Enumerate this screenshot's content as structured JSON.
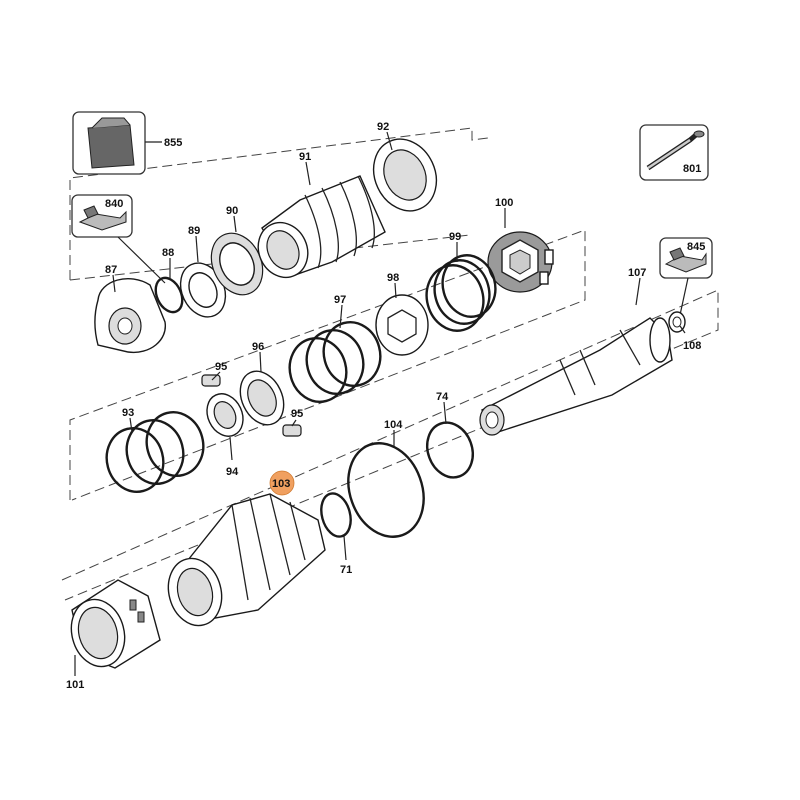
{
  "highlight_color": "#f0a060",
  "callouts": [
    {
      "id": "p855",
      "text": "855"
    },
    {
      "id": "p92",
      "text": "92"
    },
    {
      "id": "p801",
      "text": "801"
    },
    {
      "id": "p91",
      "text": "91"
    },
    {
      "id": "p840",
      "text": "840"
    },
    {
      "id": "p100",
      "text": "100"
    },
    {
      "id": "p89",
      "text": "89"
    },
    {
      "id": "p90",
      "text": "90"
    },
    {
      "id": "p99",
      "text": "99"
    },
    {
      "id": "p845",
      "text": "845"
    },
    {
      "id": "p88",
      "text": "88"
    },
    {
      "id": "p87",
      "text": "87"
    },
    {
      "id": "p98",
      "text": "98"
    },
    {
      "id": "p107",
      "text": "107"
    },
    {
      "id": "p97",
      "text": "97"
    },
    {
      "id": "p108",
      "text": "108"
    },
    {
      "id": "p95a",
      "text": "95"
    },
    {
      "id": "p96",
      "text": "96"
    },
    {
      "id": "p93",
      "text": "93"
    },
    {
      "id": "p74",
      "text": "74"
    },
    {
      "id": "p104",
      "text": "104"
    },
    {
      "id": "p95b",
      "text": "95"
    },
    {
      "id": "p94",
      "text": "94"
    },
    {
      "id": "p103",
      "text": "103",
      "highlighted": true
    },
    {
      "id": "p71",
      "text": "71"
    },
    {
      "id": "p101",
      "text": "101"
    }
  ]
}
